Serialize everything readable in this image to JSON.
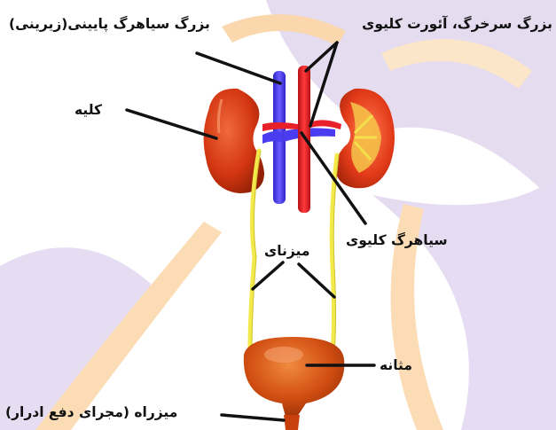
{
  "labels": {
    "vena_cava": "بزرگ سیاهرگ پایینی(زیرینی)",
    "aorta_renal_artery": "بزرگ سرخرگ، آئورت کلیوی",
    "kidney": "کلیه",
    "renal_vein": "سیاهرگ کلیوی",
    "ureters": "میزنای",
    "bladder": "مثانه",
    "urethra": "میزراه (مجرای دفع ادرار)"
  },
  "colors": {
    "artery": "#e8202a",
    "vein": "#4a3cf0",
    "ureter": "#f2ea4a",
    "kidney": "#d33612",
    "bladder": "#c8400e",
    "background_purple": "#b9a3d6",
    "background_orange": "#f6a23c"
  }
}
